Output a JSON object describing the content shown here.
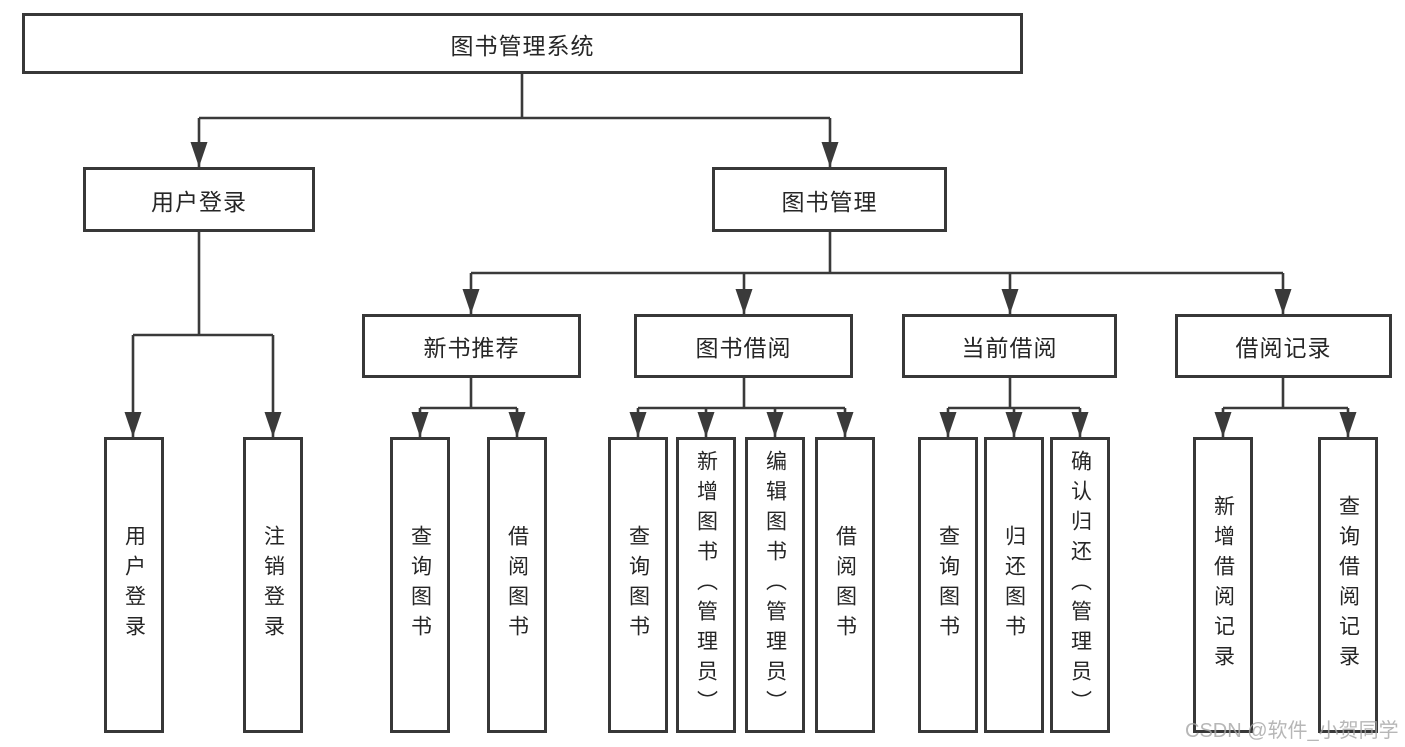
{
  "diagram_title": "图书管理系统",
  "tree": {
    "root": {
      "label": "图书管理系统",
      "children": [
        {
          "label": "用户登录",
          "children": [
            {
              "label": "用户登录"
            },
            {
              "label": "注销登录"
            }
          ]
        },
        {
          "label": "图书管理",
          "children": [
            {
              "label": "新书推荐",
              "children": [
                {
                  "label": "查询图书"
                },
                {
                  "label": "借阅图书"
                }
              ]
            },
            {
              "label": "图书借阅",
              "children": [
                {
                  "label": "查询图书"
                },
                {
                  "label": "新增图书（管理员）"
                },
                {
                  "label": "编辑图书（管理员）"
                },
                {
                  "label": "借阅图书"
                }
              ]
            },
            {
              "label": "当前借阅",
              "children": [
                {
                  "label": "查询图书"
                },
                {
                  "label": "归还图书"
                },
                {
                  "label": "确认归还（管理员）"
                }
              ]
            },
            {
              "label": "借阅记录",
              "children": [
                {
                  "label": "新增借阅记录"
                },
                {
                  "label": "查询借阅记录"
                }
              ]
            }
          ]
        }
      ]
    }
  },
  "watermark": "CSDN @软件_小贺同学",
  "colors": {
    "line": "#3a3a3a",
    "box_border": "#383838",
    "text": "#262626",
    "background": "#ffffff",
    "watermark": "#a5a5a5"
  }
}
